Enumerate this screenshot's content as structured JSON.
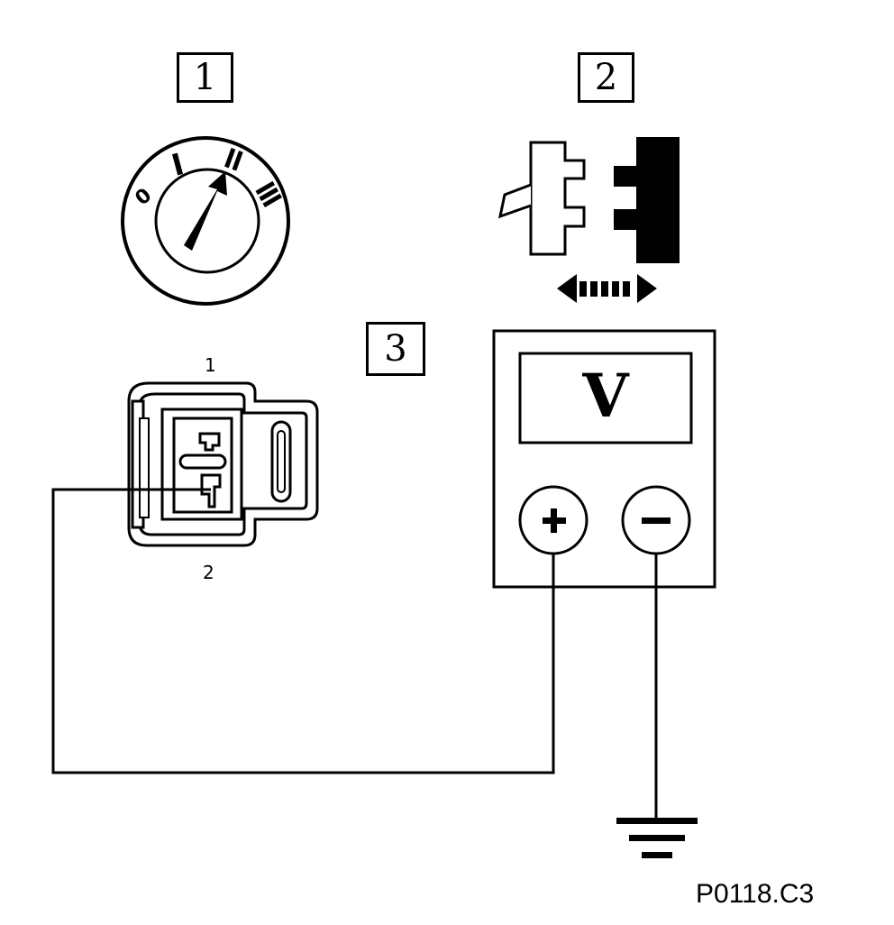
{
  "labels": {
    "step_1": "1",
    "step_2": "2",
    "step_3": "3"
  },
  "ignition_switch": {
    "positions": [
      "0",
      "I",
      "II",
      "III"
    ]
  },
  "connector": {
    "pin_top": "1",
    "pin_bottom": "2"
  },
  "meter": {
    "display": "V",
    "plus_symbol": "+",
    "minus_symbol": "−"
  },
  "reference_code": "P0118.C3",
  "colors": {
    "ink": "#000000",
    "paper": "#ffffff"
  }
}
